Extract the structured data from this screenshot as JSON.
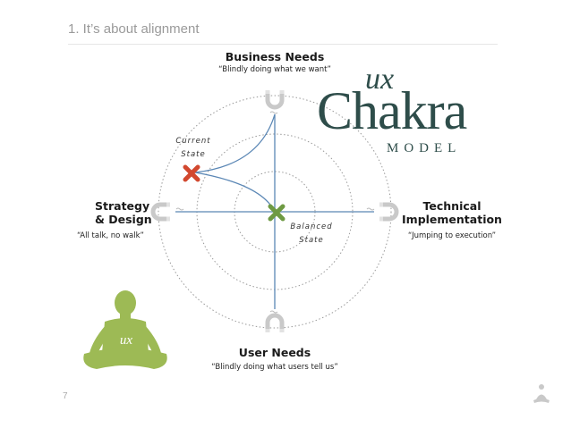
{
  "slide": {
    "title": "1. It’s about alignment",
    "page_number": "7"
  },
  "logo": {
    "ux": "ux",
    "name": "Chakra",
    "model": "MODEL"
  },
  "figure_badge": "ux",
  "labels": {
    "top": {
      "title": "Business Needs",
      "quote": "“Blindly doing what we want”"
    },
    "left": {
      "title_line1": "Strategy",
      "title_line2": "& Design",
      "quote": "“All talk, no walk”"
    },
    "right": {
      "title_line1": "Technical",
      "title_line2": "Implementation",
      "quote": "“Jumping to execution”"
    },
    "bottom": {
      "title": "User Needs",
      "quote": "“Blindly doing what users tell us”"
    }
  },
  "states": {
    "current_line1": "Current",
    "current_line2": "State",
    "balanced_line1": "Balanced",
    "balanced_line2": "State"
  },
  "colors": {
    "axis": "#5b87b5",
    "ring": "#9a9a9a",
    "current_marker": "#d2482f",
    "balanced_marker": "#6e9a43",
    "figure": "#9dba55",
    "logo": "#2e4d4a"
  }
}
